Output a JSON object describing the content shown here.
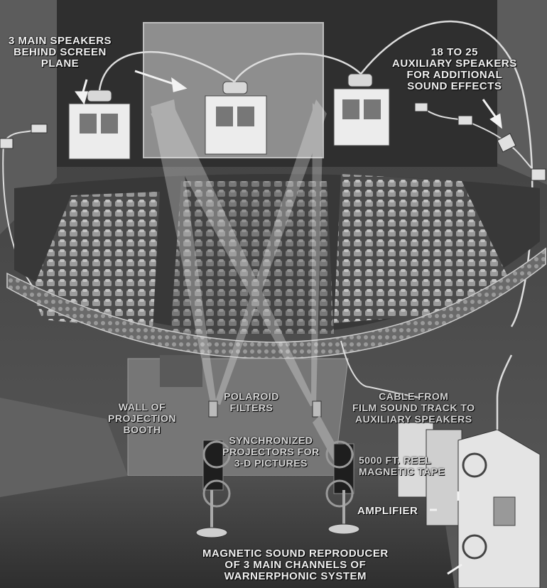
{
  "labels": {
    "main_speakers": [
      "3 MAIN SPEAKERS",
      "BEHIND SCREEN",
      "PLANE"
    ],
    "aux_speakers": [
      "18 TO 25",
      "AUXILIARY SPEAKERS",
      "FOR ADDITIONAL",
      "SOUND EFFECTS"
    ],
    "polaroid_filters": [
      "POLAROID",
      "FILTERS"
    ],
    "cable": [
      "CABLE FROM",
      "FILM SOUND TRACK TO",
      "AUXILIARY SPEAKERS"
    ],
    "wall": [
      "WALL OF",
      "PROJECTION",
      "BOOTH"
    ],
    "projectors": [
      "SYNCHRONIZED",
      "PROJECTORS FOR",
      "3-D PICTURES"
    ],
    "reel": [
      "5000 FT. REEL",
      "MAGNETIC TAPE"
    ],
    "amplifier": "AMPLIFIER",
    "reproducer": [
      "MAGNETIC SOUND REPRODUCER",
      "OF 3 MAIN CHANNELS OF",
      "WARNERPHONIC SYSTEM"
    ]
  },
  "colors": {
    "wall": "#4a4a4a",
    "screen": "#8e8e8e",
    "speaker": "#e8e8e8",
    "seats": "#7a7a7a",
    "floor": "#3a3a3a",
    "beam": "#ffffff",
    "text": "#f2f2f2"
  }
}
